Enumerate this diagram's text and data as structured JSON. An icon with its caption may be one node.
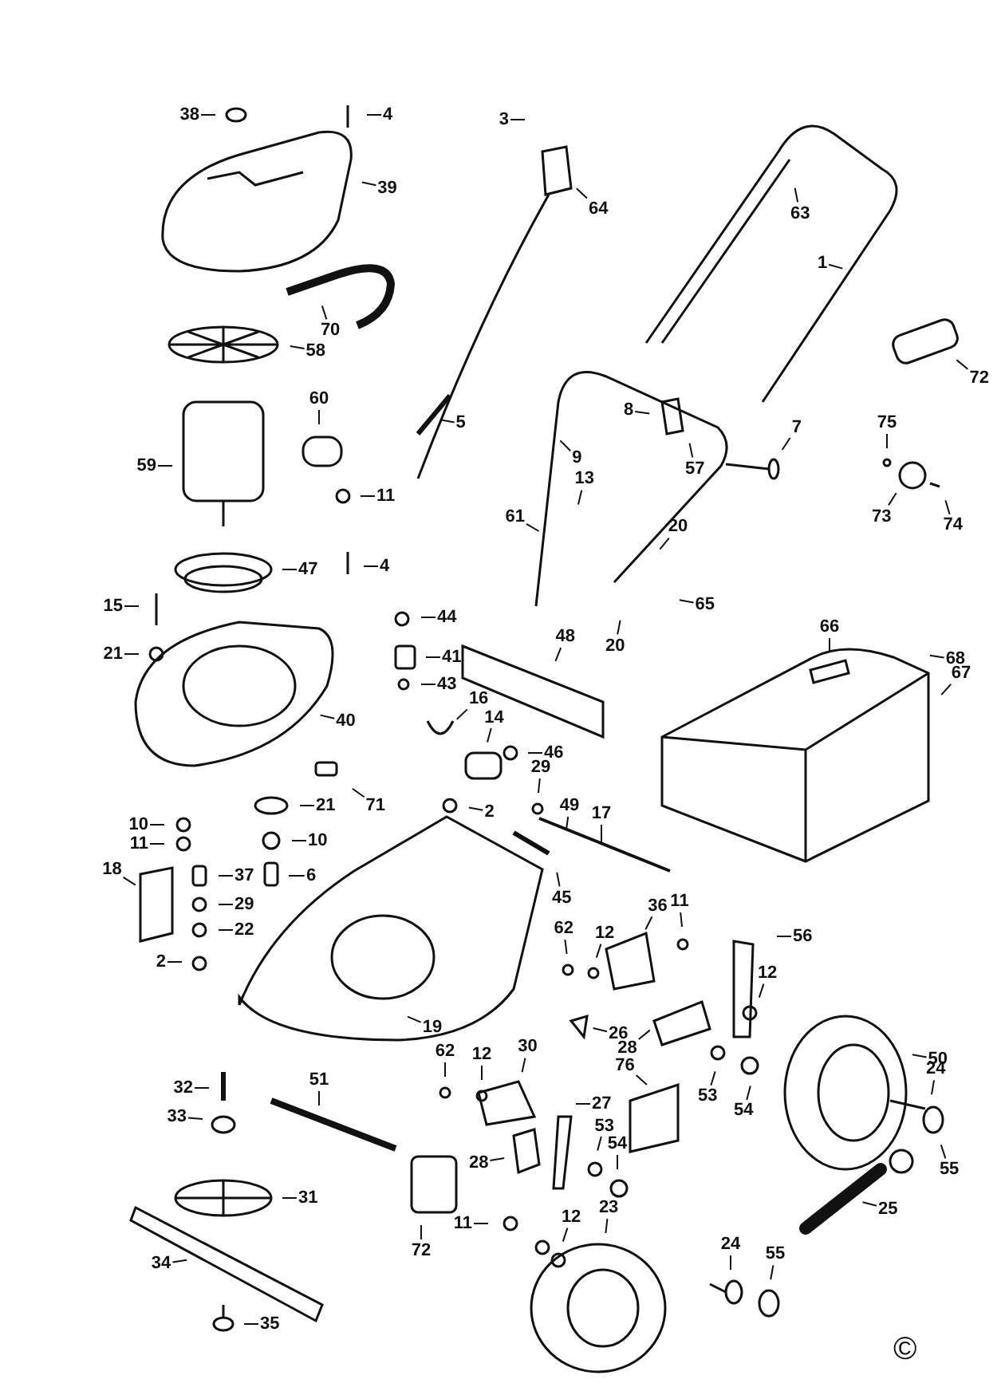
{
  "diagram": {
    "nodes": [
      {
        "text": [
          "3"
        ]
      },
      {
        "text": [
          "38"
        ]
      },
      {
        "text": [
          "4"
        ]
      },
      {
        "text": [
          "64"
        ]
      },
      {
        "text": [
          "63"
        ]
      },
      {
        "text": [
          "39"
        ]
      },
      {
        "text": [
          "1"
        ]
      },
      {
        "text": [
          "70"
        ]
      },
      {
        "text": [
          "58"
        ]
      },
      {
        "text": [
          "72"
        ]
      },
      {
        "text": [
          "60"
        ]
      },
      {
        "text": [
          "5"
        ]
      },
      {
        "text": [
          "59"
        ]
      },
      {
        "text": [
          "8"
        ]
      },
      {
        "text": [
          "57"
        ]
      },
      {
        "text": [
          "7"
        ]
      },
      {
        "text": [
          "75"
        ]
      },
      {
        "text": [
          "9"
        ]
      },
      {
        "text": [
          "11"
        ]
      },
      {
        "text": [
          "73"
        ]
      },
      {
        "text": [
          "74"
        ]
      },
      {
        "text": [
          "13"
        ]
      },
      {
        "text": [
          "61"
        ]
      },
      {
        "text": [
          "47"
        ]
      },
      {
        "text": [
          "4"
        ]
      },
      {
        "text": [
          "20"
        ]
      },
      {
        "text": [
          "65"
        ]
      },
      {
        "text": [
          "15"
        ]
      },
      {
        "text": [
          "20"
        ]
      },
      {
        "text": [
          "44"
        ]
      },
      {
        "text": [
          "48"
        ]
      },
      {
        "text": [
          "66"
        ]
      },
      {
        "text": [
          "68"
        ]
      },
      {
        "text": [
          "21"
        ]
      },
      {
        "text": [
          "41"
        ]
      },
      {
        "text": [
          "67"
        ]
      },
      {
        "text": [
          "43"
        ]
      },
      {
        "text": [
          "40"
        ]
      },
      {
        "text": [
          "16"
        ]
      },
      {
        "text": [
          "14"
        ]
      },
      {
        "text": [
          "46"
        ]
      },
      {
        "text": [
          "71"
        ]
      },
      {
        "text": [
          "29"
        ]
      },
      {
        "text": [
          "49"
        ]
      },
      {
        "text": [
          "17"
        ]
      },
      {
        "text": [
          "2"
        ]
      },
      {
        "text": [
          "21"
        ]
      },
      {
        "text": [
          "10"
        ]
      },
      {
        "text": [
          "11"
        ]
      },
      {
        "text": [
          "10"
        ]
      },
      {
        "text": [
          "18"
        ]
      },
      {
        "text": [
          "37"
        ]
      },
      {
        "text": [
          "6"
        ]
      },
      {
        "text": [
          "45"
        ]
      },
      {
        "text": [
          "29"
        ]
      },
      {
        "text": [
          "22"
        ]
      },
      {
        "text": [
          "36"
        ]
      },
      {
        "text": [
          "11"
        ]
      },
      {
        "text": [
          "56"
        ]
      },
      {
        "text": [
          "62"
        ]
      },
      {
        "text": [
          "12"
        ]
      },
      {
        "text": [
          "2"
        ]
      },
      {
        "text": [
          "19"
        ]
      },
      {
        "text": [
          "26"
        ]
      },
      {
        "text": [
          "28"
        ]
      },
      {
        "text": [
          "12"
        ]
      },
      {
        "text": [
          "50"
        ]
      },
      {
        "text": [
          "53"
        ]
      },
      {
        "text": [
          "54"
        ]
      },
      {
        "text": [
          "30"
        ]
      },
      {
        "text": [
          "62"
        ]
      },
      {
        "text": [
          "12"
        ]
      },
      {
        "text": [
          "24"
        ]
      },
      {
        "text": [
          "51"
        ]
      },
      {
        "text": [
          "32"
        ]
      },
      {
        "text": [
          "76"
        ]
      },
      {
        "text": [
          "27"
        ]
      },
      {
        "text": [
          "33"
        ]
      },
      {
        "text": [
          "53"
        ]
      },
      {
        "text": [
          "54"
        ]
      },
      {
        "text": [
          "28"
        ]
      },
      {
        "text": [
          "55"
        ]
      },
      {
        "text": [
          "31"
        ]
      },
      {
        "text": [
          "72"
        ]
      },
      {
        "text": [
          "25"
        ]
      },
      {
        "text": [
          "11"
        ]
      },
      {
        "text": [
          "23"
        ]
      },
      {
        "text": [
          "12"
        ]
      },
      {
        "text": [
          "34"
        ]
      },
      {
        "text": [
          "24"
        ]
      },
      {
        "text": [
          "55"
        ]
      },
      {
        "text": [
          "35"
        ]
      },
      {
        "text": [],
        "shape": "bar"
      }
    ],
    "edges": [
      {
        "from": 0,
        "to": null,
        "arrow": "none"
      },
      {
        "from": 1,
        "to": null,
        "arrow": "none"
      },
      {
        "from": 2,
        "to": null,
        "arrow": "none"
      },
      {
        "from": 3,
        "to": null,
        "arrow": "none"
      },
      {
        "from": 4,
        "to": null,
        "arrow": "none"
      },
      {
        "from": 5,
        "to": null,
        "arrow": "none"
      },
      {
        "from": 6,
        "to": null,
        "arrow": "none"
      },
      {
        "from": 7,
        "to": null,
        "arrow": "none"
      },
      {
        "from": 8,
        "to": null,
        "arrow": "none"
      },
      {
        "from": 9,
        "to": null,
        "arrow": "none"
      },
      {
        "from": 10,
        "to": null,
        "arrow": "none"
      },
      {
        "from": 11,
        "to": null,
        "arrow": "none"
      },
      {
        "from": 12,
        "to": null,
        "arrow": "none"
      },
      {
        "from": 13,
        "to": null,
        "arrow": "none"
      },
      {
        "from": 14,
        "to": null,
        "arrow": "none"
      },
      {
        "from": 15,
        "to": null,
        "arrow": "none"
      },
      {
        "from": 16,
        "to": null,
        "arrow": "none"
      },
      {
        "from": 17,
        "to": null,
        "arrow": "none"
      },
      {
        "from": 18,
        "to": null,
        "arrow": "none"
      },
      {
        "from": 19,
        "to": null,
        "arrow": "none"
      },
      {
        "from": 20,
        "to": null,
        "arrow": "none"
      },
      {
        "from": 21,
        "to": null,
        "arrow": "none"
      },
      {
        "from": 22,
        "to": null,
        "arrow": "none"
      },
      {
        "from": 23,
        "to": null,
        "arrow": "none"
      },
      {
        "from": 24,
        "to": null,
        "arrow": "none"
      },
      {
        "from": 25,
        "to": null,
        "arrow": "none"
      },
      {
        "from": 26,
        "to": null,
        "arrow": "none"
      },
      {
        "from": 27,
        "to": null,
        "arrow": "none"
      },
      {
        "from": 28,
        "to": null,
        "arrow": "none"
      },
      {
        "from": 29,
        "to": null,
        "arrow": "none"
      },
      {
        "from": 30,
        "to": null,
        "arrow": "none"
      },
      {
        "from": 31,
        "to": null,
        "arrow": "none"
      },
      {
        "from": 32,
        "to": null,
        "arrow": "none"
      },
      {
        "from": 33,
        "to": null,
        "arrow": "none"
      },
      {
        "from": 34,
        "to": null,
        "arrow": "none"
      },
      {
        "from": 35,
        "to": null,
        "arrow": "none"
      },
      {
        "from": 36,
        "to": null,
        "arrow": "none"
      },
      {
        "from": 37,
        "to": null,
        "arrow": "none"
      },
      {
        "from": 38,
        "to": null,
        "arrow": "none"
      },
      {
        "from": 39,
        "to": null,
        "arrow": "none"
      },
      {
        "from": 40,
        "to": null,
        "arrow": "none"
      },
      {
        "from": 41,
        "to": null,
        "arrow": "none"
      },
      {
        "from": 42,
        "to": null,
        "arrow": "none"
      },
      {
        "from": 43,
        "to": 92,
        "arrow": "none"
      },
      {
        "from": 44,
        "to": 92,
        "arrow": "none"
      },
      {
        "from": 45,
        "to": null,
        "arrow": "none"
      },
      {
        "from": 46,
        "to": null,
        "arrow": "none"
      },
      {
        "from": 47,
        "to": null,
        "arrow": "none"
      },
      {
        "from": 48,
        "to": null,
        "arrow": "none"
      },
      {
        "from": 49,
        "to": null,
        "arrow": "none"
      },
      {
        "from": 50,
        "to": null,
        "arrow": "none"
      },
      {
        "from": 51,
        "to": null,
        "arrow": "none"
      },
      {
        "from": 52,
        "to": null,
        "arrow": "none"
      },
      {
        "from": 53,
        "to": null,
        "arrow": "none"
      },
      {
        "from": 54,
        "to": null,
        "arrow": "none"
      },
      {
        "from": 55,
        "to": null,
        "arrow": "none"
      },
      {
        "from": 56,
        "to": null,
        "arrow": "none"
      },
      {
        "from": 57,
        "to": null,
        "arrow": "none"
      },
      {
        "from": 58,
        "to": null,
        "arrow": "none"
      },
      {
        "from": 59,
        "to": null,
        "arrow": "none"
      },
      {
        "from": 60,
        "to": null,
        "arrow": "none"
      },
      {
        "from": 61,
        "to": null,
        "arrow": "none"
      },
      {
        "from": 62,
        "to": null,
        "arrow": "none"
      },
      {
        "from": 63,
        "to": null,
        "arrow": "none"
      },
      {
        "from": 64,
        "to": null,
        "arrow": "none"
      },
      {
        "from": 65,
        "to": null,
        "arrow": "none"
      },
      {
        "from": 66,
        "to": null,
        "arrow": "none"
      },
      {
        "from": 67,
        "to": null,
        "arrow": "none"
      },
      {
        "from": 68,
        "to": null,
        "arrow": "none"
      },
      {
        "from": 69,
        "to": null,
        "arrow": "none"
      },
      {
        "from": 70,
        "to": null,
        "arrow": "none"
      },
      {
        "from": 71,
        "to": null,
        "arrow": "none"
      },
      {
        "from": 72,
        "to": null,
        "arrow": "none"
      },
      {
        "from": 73,
        "to": null,
        "arrow": "none"
      },
      {
        "from": 74,
        "to": null,
        "arrow": "none"
      },
      {
        "from": 75,
        "to": null,
        "arrow": "none"
      },
      {
        "from": 76,
        "to": null,
        "arrow": "none"
      },
      {
        "from": 77,
        "to": null,
        "arrow": "none"
      },
      {
        "from": 78,
        "to": null,
        "arrow": "none"
      },
      {
        "from": 79,
        "to": null,
        "arrow": "none"
      },
      {
        "from": 80,
        "to": null,
        "arrow": "none"
      },
      {
        "from": 81,
        "to": null,
        "arrow": "none"
      },
      {
        "from": 82,
        "to": null,
        "arrow": "none"
      },
      {
        "from": 83,
        "to": null,
        "arrow": "none"
      },
      {
        "from": 84,
        "to": null,
        "arrow": "none"
      },
      {
        "from": 85,
        "to": null,
        "arrow": "none"
      },
      {
        "from": 86,
        "to": null,
        "arrow": "none"
      },
      {
        "from": 87,
        "to": null,
        "arrow": "none"
      },
      {
        "from": 88,
        "to": null,
        "arrow": "none"
      },
      {
        "from": 89,
        "to": null,
        "arrow": "none"
      },
      {
        "from": 90,
        "to": null,
        "arrow": "none"
      },
      {
        "from": 91,
        "to": null,
        "arrow": "none"
      }
    ],
    "labels": [
      "©"
    ]
  }
}
